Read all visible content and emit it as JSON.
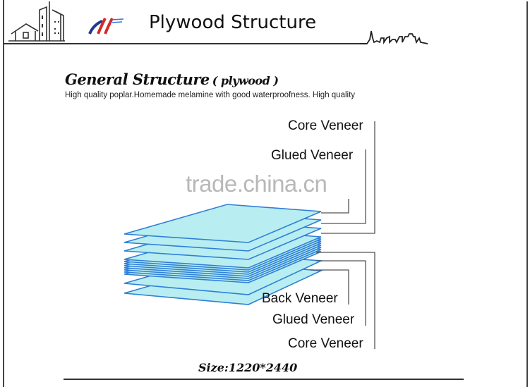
{
  "header": {
    "title": "Plywood Structure",
    "logo_icons": [
      "building-logo-icon",
      "brand-logo-icon",
      "skyline-icon"
    ]
  },
  "section": {
    "title": "General Structure",
    "title_paren": "( plywood )",
    "subtitle": "High quality poplar.Homemade melamine with good waterproofness. High quality"
  },
  "watermark": "trade.china.cn",
  "diagram": {
    "colors": {
      "sheet_fill": "#b8eef2",
      "sheet_stroke": "#2f7fd6",
      "leader": "#555555"
    },
    "top_labels": [
      "Core Veneer",
      "Glued Veneer"
    ],
    "bottom_labels": [
      "Back Veneer",
      "Glued Veneer",
      "Core Veneer"
    ]
  },
  "footer": {
    "size": "Size:1220*2440"
  }
}
